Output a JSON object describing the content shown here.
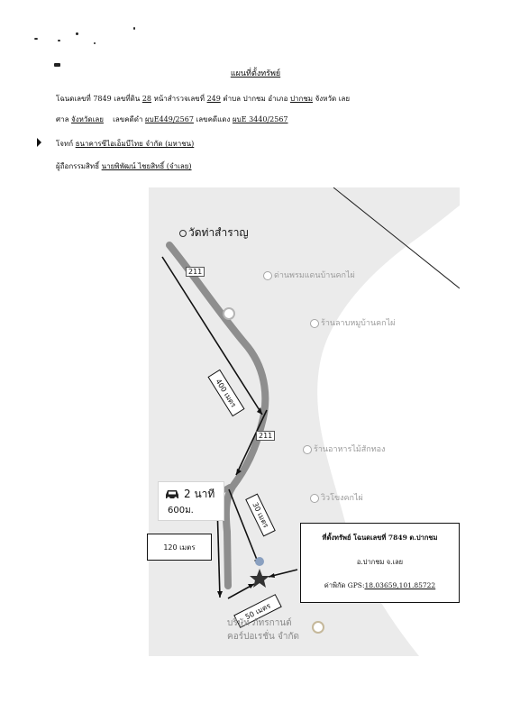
{
  "document": {
    "title": "แผนที่ตั้งทรัพย์",
    "line1": {
      "deed_label": "โฉนดเลขที่ 7849 เลขที่ดิน",
      "land_no": "28",
      "survey_label": "หน้าสำรวจเลขที่",
      "survey_no": "249",
      "subdistrict_label": "ตำบล ปากชม อำเภอ",
      "district": "ปากชม",
      "province": "จังหวัด เลย"
    },
    "line2": {
      "court_label": "ศาล",
      "court": "จังหวัดเลย",
      "black_case_label": "เลขคดีดำ",
      "black_case": "ผบE449/2567",
      "red_case_label": "เลขคดีแดง",
      "red_case": "ผบE 3440/2567"
    },
    "plaintiff": {
      "label": "โจทก์",
      "value": "ธนาคารซีไอเอ็มบีไทย จำกัด (มหาชน)"
    },
    "owner": {
      "label": "ผู้ถือกรรมสิทธิ์",
      "value": "นายพิพัฒน์ ไชยสิทธิ์ (จำเลย)"
    }
  },
  "map": {
    "temple": "วัดท่าสำราญ",
    "road_shield": "211",
    "places": [
      "ด่านพรมแดนบ้านคกไผ่",
      "ร้านลาบหมูบ้านคกไผ่",
      "ร้านอาหารไม้สักทอง",
      "วิวโขงคกไผ่"
    ],
    "distances": {
      "d400": "400 เมตร",
      "d30": "30 เมตร",
      "d120": "120 เมตร",
      "d50": "50 เมตร"
    },
    "drive": {
      "time": "2 นาที",
      "distance": "600ม."
    },
    "info": {
      "line1": "ที่ตั้งทรัพย์ โฉนดเลขที่ 7849 ต.ปากชม",
      "line2": "อ.ปากชม จ.เลย",
      "gps_label": "ค่าพิกัด GPS:",
      "gps_value": "18.03659,101.85722"
    },
    "company_line1": "บริษัท ภัทรกานต์",
    "company_line2": "คอร์ปอเรชั่น จำกัด"
  },
  "colors": {
    "road": "#8e8e8e",
    "river": "#ffffff",
    "land": "#ebebeb",
    "arrow": "#111111"
  }
}
